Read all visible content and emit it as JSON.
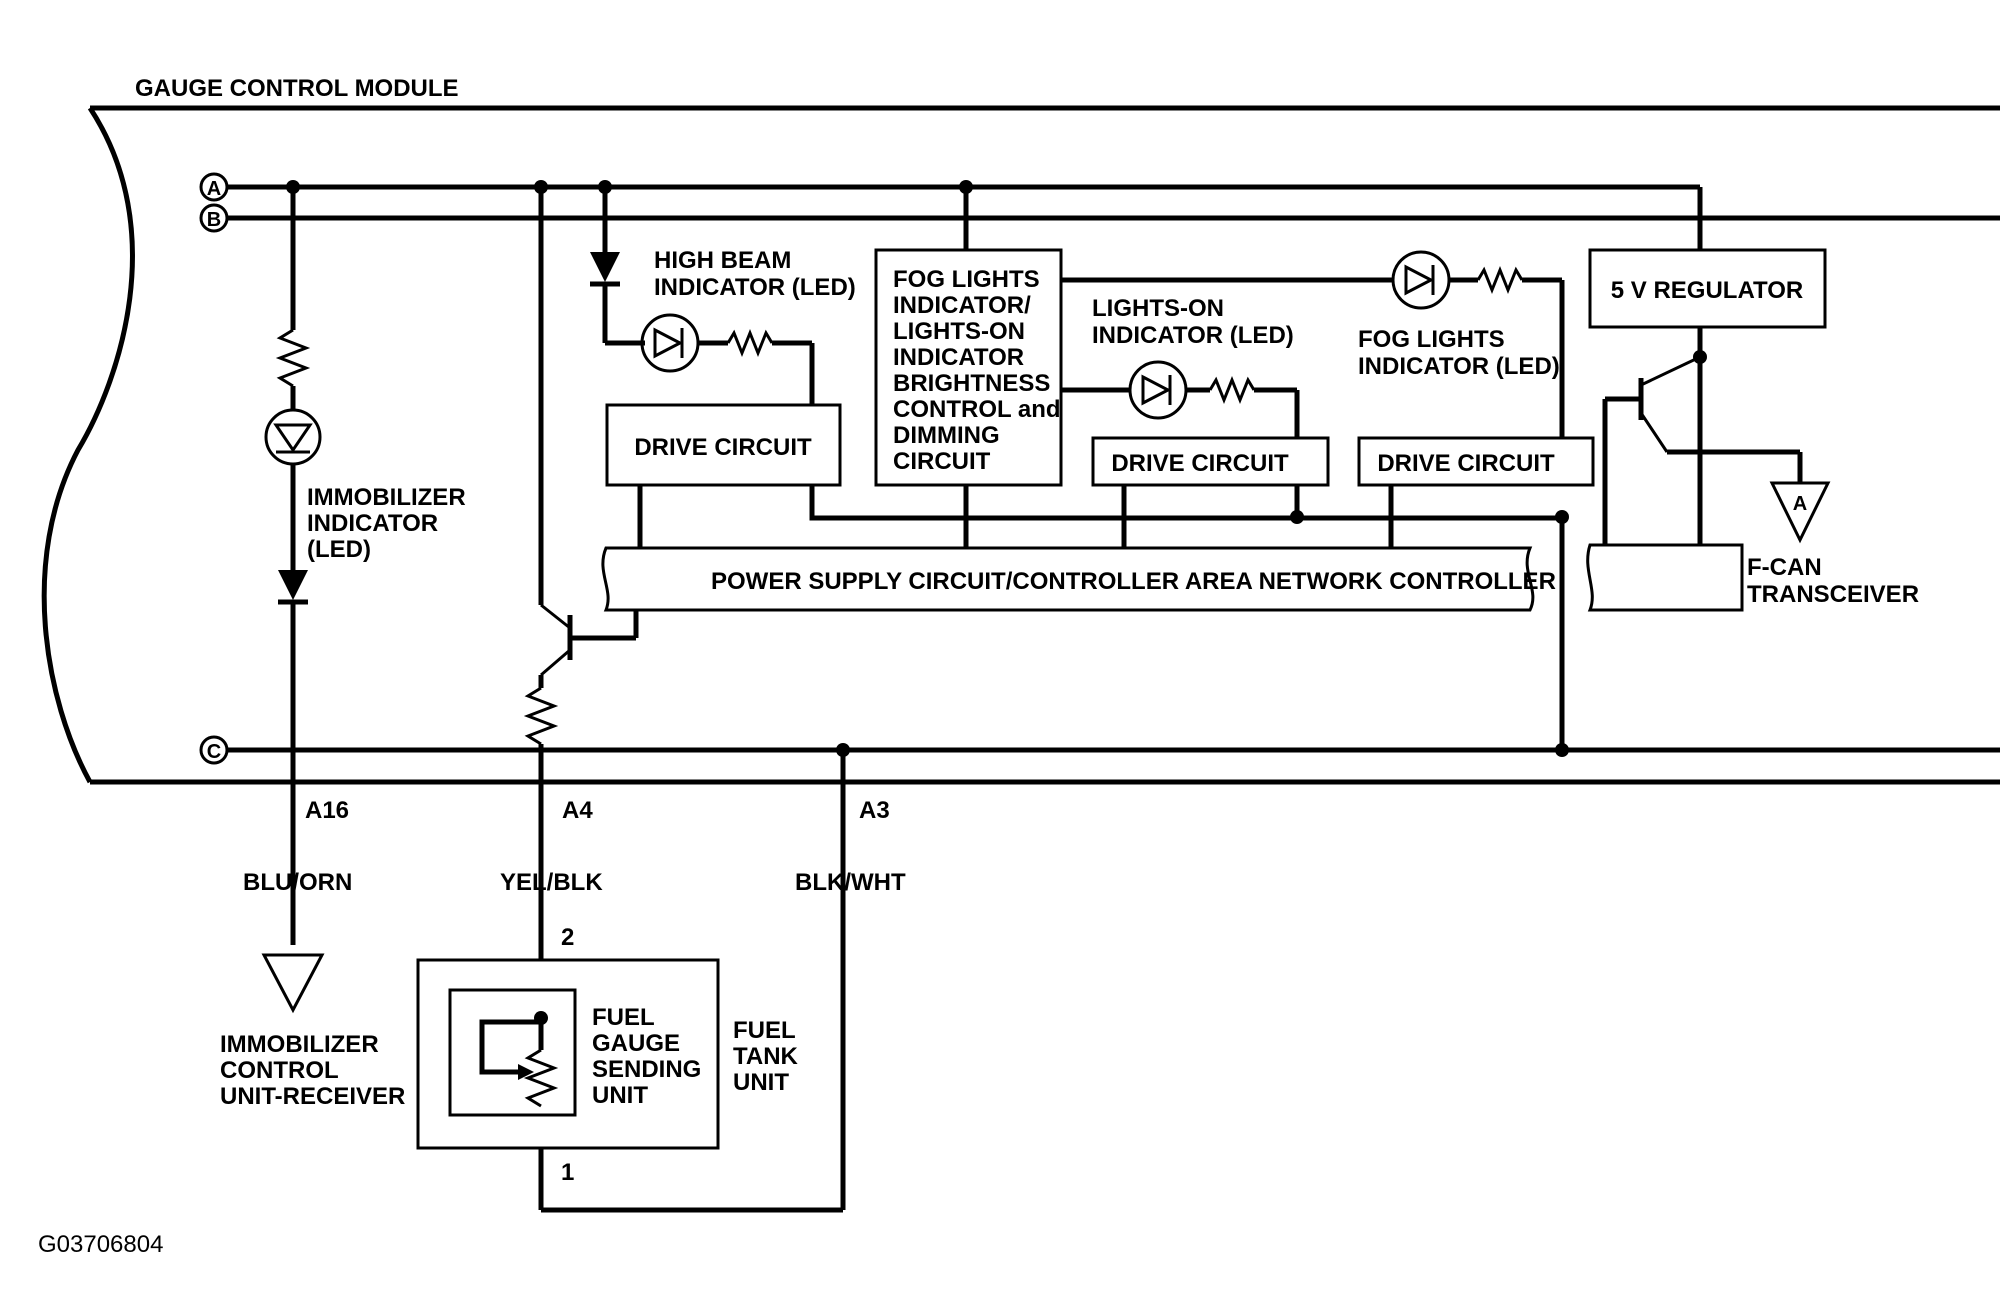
{
  "module_title": "GAUGE CONTROL MODULE",
  "figure_id": "G03706804",
  "bus_labels": {
    "a": "A",
    "b": "B",
    "c": "C"
  },
  "components": {
    "high_beam": [
      "HIGH BEAM",
      "INDICATOR (LED)"
    ],
    "fog_control": [
      "FOG LIGHTS",
      "INDICATOR/",
      "LIGHTS-ON",
      "INDICATOR",
      "BRIGHTNESS",
      "CONTROL and",
      "DIMMING",
      "CIRCUIT"
    ],
    "lights_on": [
      "LIGHTS-ON",
      "INDICATOR (LED)"
    ],
    "fog_led": [
      "FOG LIGHTS",
      "INDICATOR (LED)"
    ],
    "regulator": "5 V REGULATOR",
    "immobilizer": [
      "IMMOBILIZER",
      "INDICATOR",
      "(LED)"
    ],
    "drive_1": "DRIVE CIRCUIT",
    "drive_2": "DRIVE CIRCUIT",
    "drive_3": "DRIVE CIRCUIT",
    "power_supply": "POWER SUPPLY CIRCUIT/CONTROLLER AREA NETWORK CONTROLLER",
    "fcan": [
      "F-CAN",
      "TRANSCEIVER"
    ],
    "fcan_ref": "A"
  },
  "terminals": {
    "t1": "A16",
    "t2": "A4",
    "t3": "A3"
  },
  "wires": {
    "w1": "BLU/ORN",
    "w2": "YEL/BLK",
    "w3": "BLK/WHT"
  },
  "fuel": {
    "pin_top": "2",
    "pin_bottom": "1",
    "sending_unit": [
      "FUEL",
      "GAUGE",
      "SENDING",
      "UNIT"
    ],
    "tank_unit": [
      "FUEL",
      "TANK",
      "UNIT"
    ]
  },
  "immobilizer_receiver": [
    "IMMOBILIZER",
    "CONTROL",
    "UNIT-RECEIVER"
  ]
}
